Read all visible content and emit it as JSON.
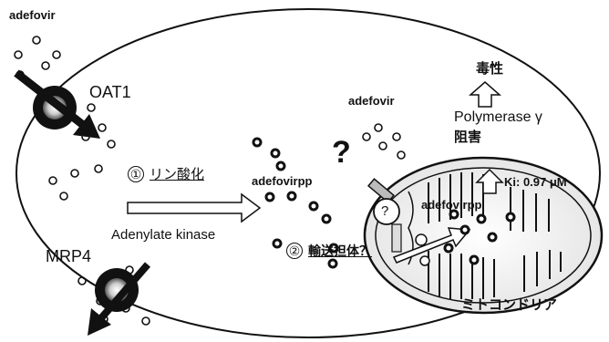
{
  "labels": {
    "adefovir_outside": "adefovir",
    "oat1": "OAT1",
    "mrp4": "MRP4",
    "step1_num": "①",
    "step1_text": "リン酸化",
    "adenylate_kinase": "Adenylate kinase",
    "adefovirpp_cyto": "adefovirpp",
    "question_big": "?",
    "adefovir_inside": "adefovir",
    "toxicity": "毒性",
    "polymerase": "Polymerase γ",
    "inhibition": "阻害",
    "ki": "Ki: 0.97 μM",
    "adefovirpp_mito": "adefovirpp",
    "step2_num": "②",
    "step2_text": "輸送担体？",
    "question_transporter": "?",
    "mitochondria": "ミトコンドリア"
  },
  "colors": {
    "ink": "#111111",
    "background": "#ffffff",
    "transporter_gray": "#9a9a9a"
  }
}
